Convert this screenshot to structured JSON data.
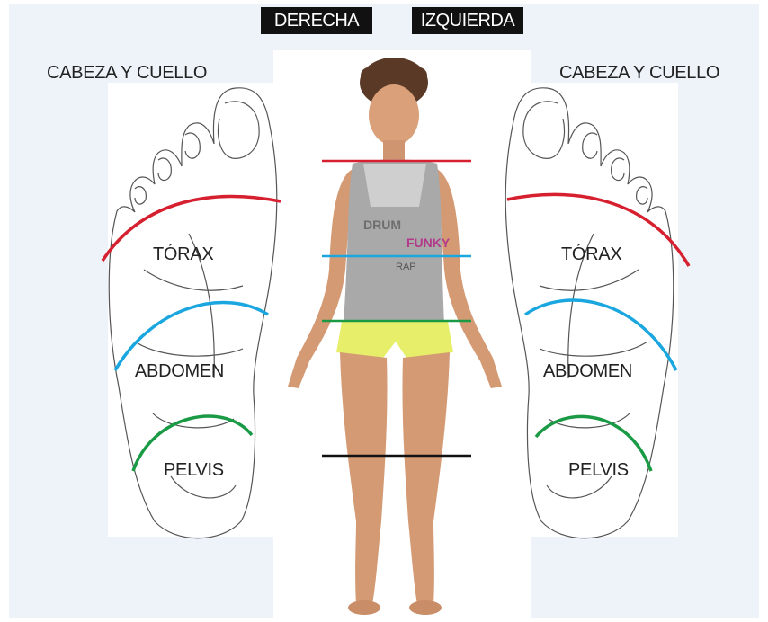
{
  "header": {
    "right_label": "DERECHA",
    "left_label": "IZQUIERDA"
  },
  "right_foot": {
    "title": "CABEZA Y CUELLO",
    "zones": [
      "TÓRAX",
      "ABDOMEN",
      "PELVIS"
    ]
  },
  "left_foot": {
    "title": "CABEZA Y CUELLO",
    "zones": [
      "TÓRAX",
      "ABDOMEN",
      "PELVIS"
    ]
  },
  "colors": {
    "head_line": "#d6202f",
    "thorax_line": "#1aa6df",
    "abdomen_line": "#1a9a45",
    "pelvis_line": "#111111",
    "background": "#eef3fa"
  },
  "figure": {
    "shirt_text": [
      "DRUM",
      "FUNKY",
      "RAP"
    ]
  }
}
